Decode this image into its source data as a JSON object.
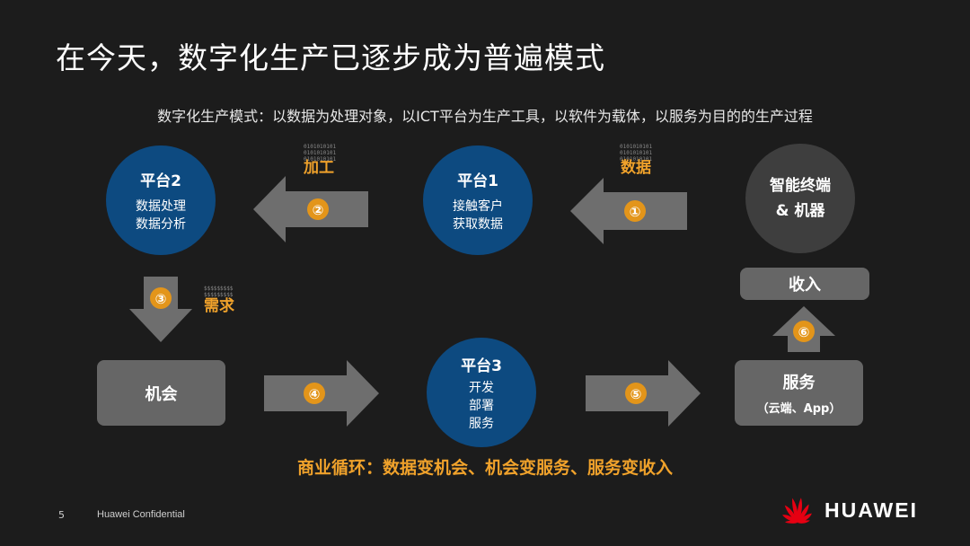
{
  "title": "在今天，数字化生产已逐步成为普遍模式",
  "subtitle": "数字化生产模式：以数据为处理对象，以ICT平台为生产工具，以软件为载体，以服务为目的的生产过程",
  "nodes": {
    "platform2": {
      "name": "平台2",
      "line1": "数据处理",
      "line2": "数据分析"
    },
    "platform1": {
      "name": "平台1",
      "line1": "接触客户",
      "line2": "获取数据"
    },
    "terminal": {
      "line1": "智能终端",
      "line2": "& 机器"
    },
    "platform3": {
      "name": "平台3",
      "line1": "开发",
      "line2": "部署",
      "line3": "服务"
    },
    "opportunity": {
      "label": "机会"
    },
    "service": {
      "label": "服务",
      "sub": "（云端、App）"
    },
    "income": {
      "label": "收入"
    }
  },
  "steps": [
    "①",
    "②",
    "③",
    "④",
    "⑤",
    "⑥"
  ],
  "tags": {
    "data": "数据",
    "process": "加工",
    "demand": "需求"
  },
  "bits": {
    "binary": "0101010101\n0101010101\n0101010101",
    "dollars": "$$$$$$$$$\n$$$$$$$$$"
  },
  "commerce": "商业循环：数据变机会、机会变服务、服务变收入",
  "footer": {
    "page": "5",
    "confidential": "Huawei Confidential"
  },
  "brand": {
    "name": "HUAWEI"
  },
  "colors": {
    "platform": "#0d4a80",
    "terminal": "#3e3e3e",
    "box": "#666666",
    "arrow": "#6e6e6e",
    "accent": "#f0a22b",
    "badge": "#e3951a"
  }
}
